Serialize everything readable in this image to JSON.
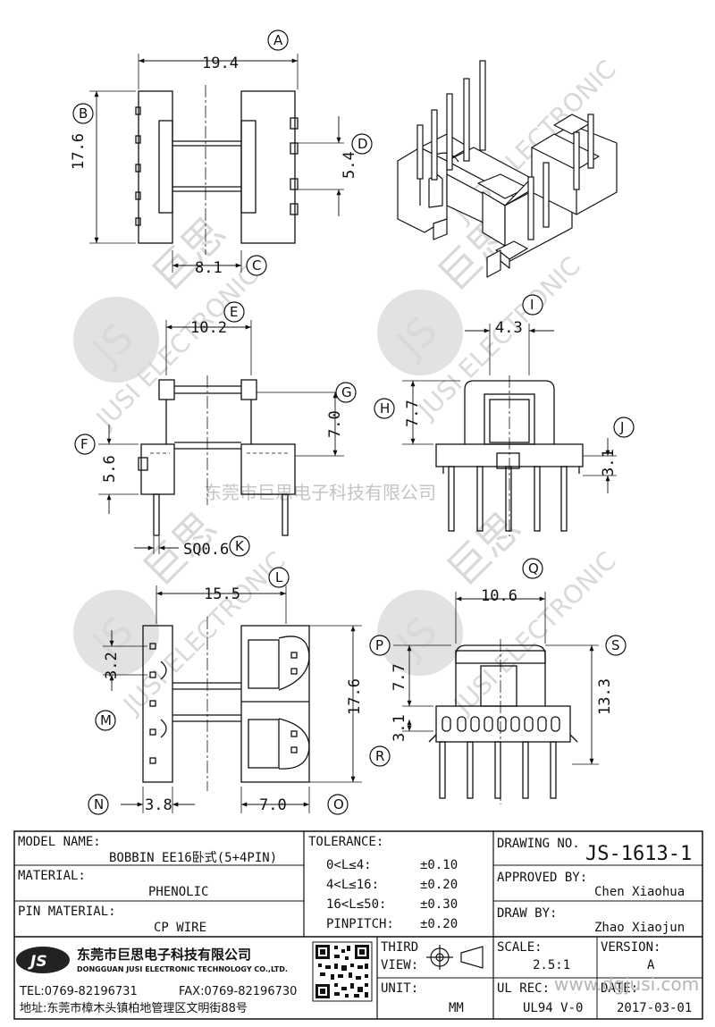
{
  "watermark": {
    "chinese": "东莞市巨思电子科技有限公司",
    "brand_cn": "巨思",
    "brand_en": "JUSI ELECTRONIC",
    "logo": "JS"
  },
  "dimensions": {
    "A": "19.4",
    "B": "17.6",
    "C": "8.1",
    "D": "5.4",
    "E": "10.2",
    "F": "5.6",
    "G": "7.0",
    "H": "7.7",
    "I": "4.3",
    "J": "3.1",
    "K": "SQ0.6",
    "L": "15.5",
    "M": "3.2",
    "N": "3.8",
    "O": "7.0",
    "P": "7.7",
    "Q": "10.6",
    "R": "3.1",
    "S": "13.3",
    "L_vertical": "17.6"
  },
  "title_block": {
    "model_name_label": "MODEL NAME:",
    "model_name_value": "BOBBIN EE16卧式(5+4PIN)",
    "material_label": "MATERIAL:",
    "material_value": "PHENOLIC",
    "pin_material_label": "PIN MATERIAL:",
    "pin_material_value": "CP WIRE",
    "tolerance_label": "TOLERANCE:",
    "tolerance_rows": [
      {
        "range": "0<L≤4:",
        "value": "±0.10"
      },
      {
        "range": "4<L≤16:",
        "value": "±0.20"
      },
      {
        "range": "16<L≤50:",
        "value": "±0.30"
      },
      {
        "range": "PINPITCH:",
        "value": "±0.20"
      }
    ],
    "drawing_no_label": "DRAWING NO.",
    "drawing_no_value": "JS-1613-1",
    "approved_by_label": "APPROVED BY:",
    "approved_by_value": "Chen Xiaohua",
    "draw_by_label": "DRAW BY:",
    "draw_by_value": "Zhao Xiaojun",
    "third_view_label_1": "THIRD",
    "third_view_label_2": "VIEW:",
    "unit_label": "UNIT:",
    "unit_value": "MM",
    "scale_label": "SCALE:",
    "scale_value": "2.5:1",
    "version_label": "VERSION:",
    "version_value": "A",
    "ul_rec_label": "UL REC:",
    "ul_rec_value": "UL94 V-0",
    "date_label": "DATE:",
    "date_value": "2017-03-01",
    "website": "www.dgjusi.com"
  },
  "company": {
    "logo": "JS",
    "name_cn": "东莞市巨思电子科技有限公司",
    "name_en": "DONGGUAN JUSI ELECTRONIC TECHNOLOGY CO.,LTD.",
    "tel": "TEL:0769-82196731",
    "fax": "FAX:0769-82196730",
    "address": "地址:东莞市樟木头镇柏地管理区文明街88号"
  }
}
